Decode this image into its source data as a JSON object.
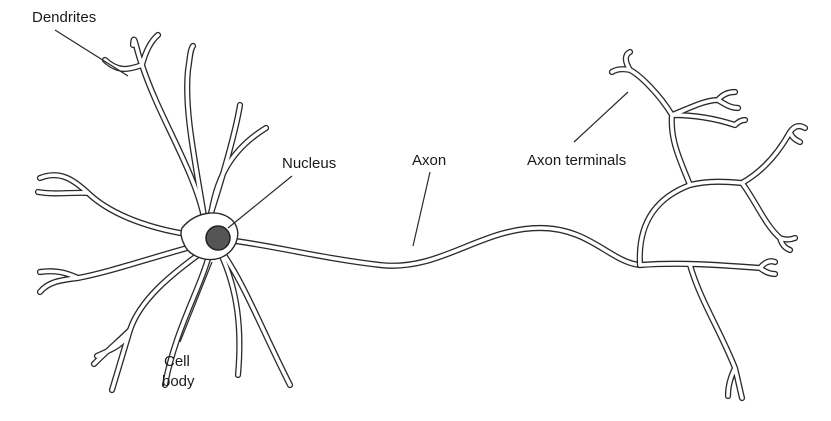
{
  "labels": {
    "dendrites": "Dendrites",
    "nucleus": "Nucleus",
    "axon": "Axon",
    "axon_terminals": "Axon terminals",
    "cell_line1": "Cell",
    "cell_line2": "body"
  }
}
